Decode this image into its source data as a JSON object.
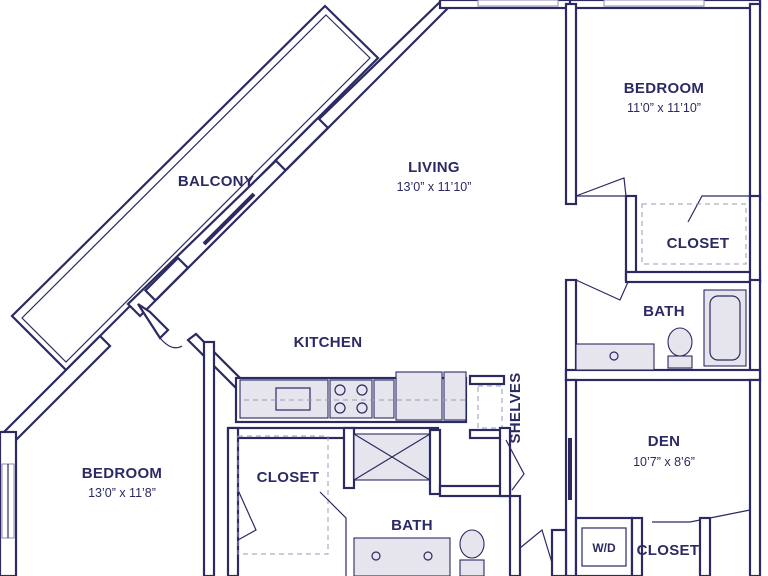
{
  "rooms": {
    "balcony": {
      "name": "BALCONY"
    },
    "living": {
      "name": "LIVING",
      "dims": "13’0” x 11’10”"
    },
    "bedroom_top": {
      "name": "BEDROOM",
      "dims": "11’0” x 11’10”"
    },
    "closet_top": {
      "name": "CLOSET"
    },
    "bath_right": {
      "name": "BATH"
    },
    "kitchen": {
      "name": "KITCHEN"
    },
    "shelves": {
      "name": "SHELVES"
    },
    "bedroom_left": {
      "name": "BEDROOM",
      "dims": "13’0” x 11’8”"
    },
    "closet_mid": {
      "name": "CLOSET"
    },
    "bath_bottom": {
      "name": "BATH"
    },
    "den": {
      "name": "DEN",
      "dims": "10’7” x 8’6”"
    },
    "wd": {
      "name": "W/D"
    },
    "closet_bottom": {
      "name": "CLOSET"
    }
  },
  "colors": {
    "wall": "#2b2a63",
    "fixture": "#e6e5ee",
    "background": "#ffffff"
  }
}
